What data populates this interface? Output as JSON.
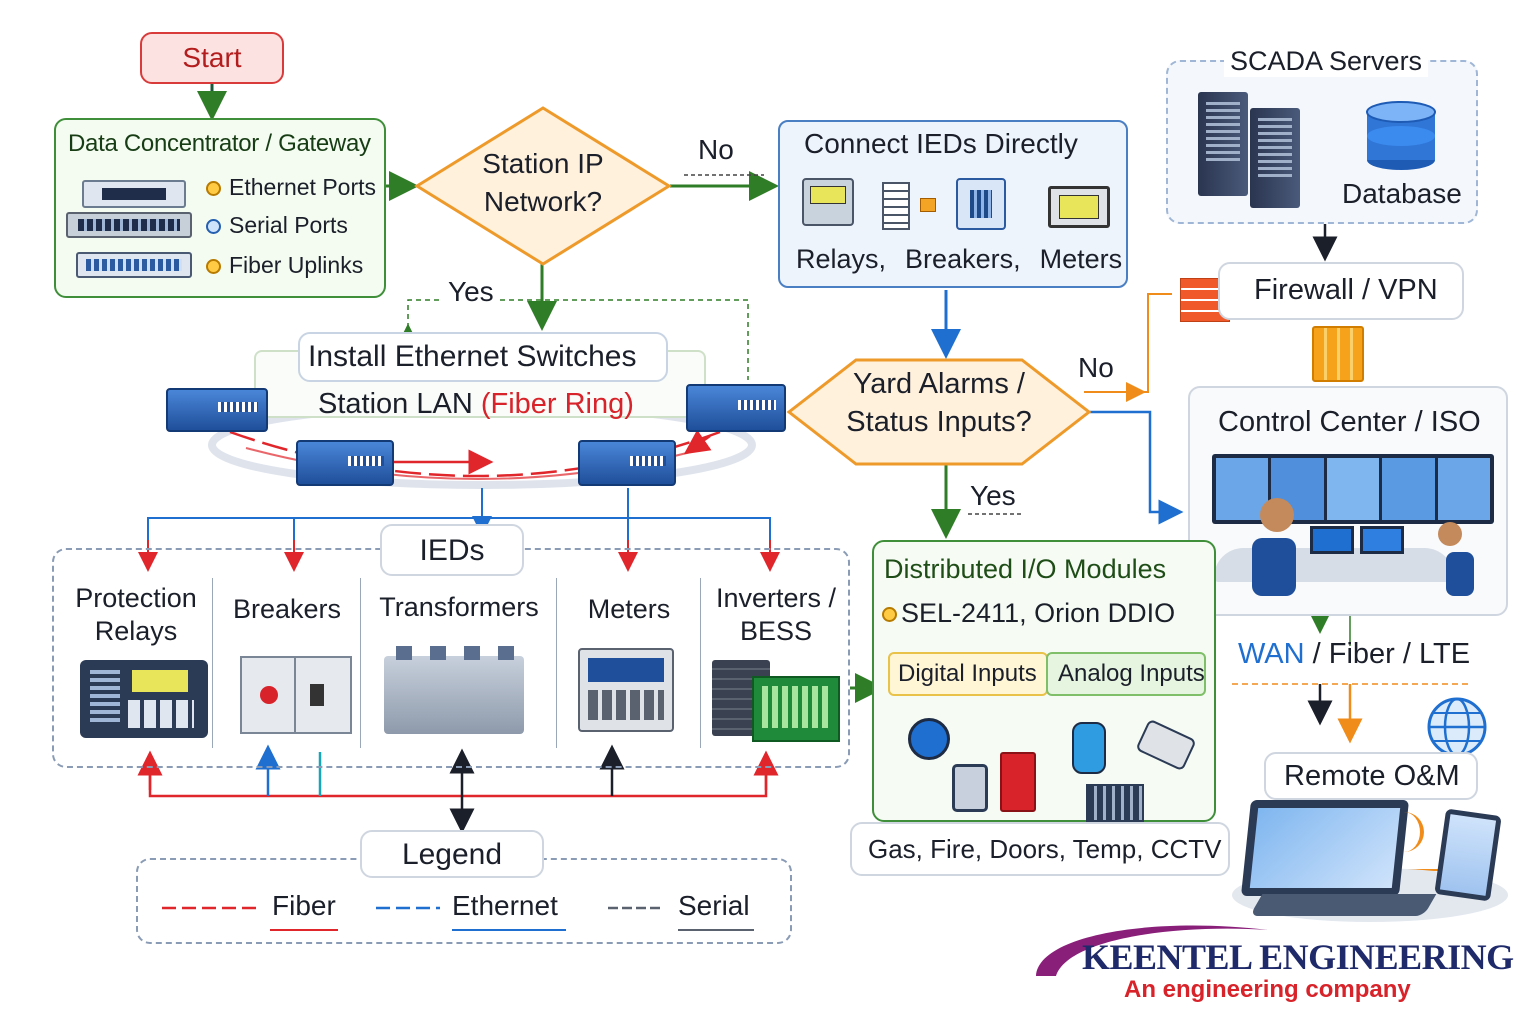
{
  "start": "Start",
  "gateway": {
    "title": "Data Concentrator / Gateway",
    "ports": [
      "Ethernet Ports",
      "Serial Ports",
      "Fiber Uplinks"
    ]
  },
  "decision1": {
    "line1": "Station IP",
    "line2": "Network?",
    "no": "No",
    "yes": "Yes"
  },
  "direct": {
    "title": "Connect IEDs Directly",
    "devices": [
      "Relays,",
      "Breakers,",
      "Meters"
    ]
  },
  "scada": {
    "title": "SCADA Servers",
    "database": "Database"
  },
  "firewall": "Firewall / VPN",
  "switches": {
    "title": "Install Ethernet Switches",
    "lan": "Station LAN",
    "ring": "(Fiber Ring)"
  },
  "decision2": {
    "line1": "Yard Alarms /",
    "line2": "Status Inputs?",
    "no": "No",
    "yes": "Yes"
  },
  "control": "Control Center / ISO",
  "ieds": {
    "title": "IEDs",
    "items": [
      {
        "line1": "Protection",
        "line2": "Relays"
      },
      {
        "line1": "Breakers",
        "line2": ""
      },
      {
        "line1": "Transformers",
        "line2": ""
      },
      {
        "line1": "Meters",
        "line2": ""
      },
      {
        "line1": "Inverters /",
        "line2": "BESS"
      }
    ]
  },
  "dio": {
    "title": "Distributed I/O Modules",
    "model": "SEL-2411, Orion DDIO",
    "digital": "Digital Inputs",
    "analog": "Analog Inputs",
    "footer": "Gas, Fire, Doors, Temp, CCTV"
  },
  "wan": {
    "wan": "WAN",
    "rest": " / Fiber / LTE"
  },
  "remote": "Remote O&M",
  "legend": {
    "title": "Legend",
    "items": [
      {
        "label": "Fiber",
        "color": "#e0262b"
      },
      {
        "label": "Ethernet",
        "color": "#1f6fd1"
      },
      {
        "label": "Serial",
        "color": "#5a6270"
      }
    ]
  },
  "brand": {
    "name": "KEENTEL ENGINEERING",
    "tagline": "An engineering company"
  },
  "colors": {
    "green": "#2f7d27",
    "blue": "#1f6fd1",
    "red": "#e0262b",
    "orange": "#f08c1a",
    "dark": "#1b1f2a"
  }
}
